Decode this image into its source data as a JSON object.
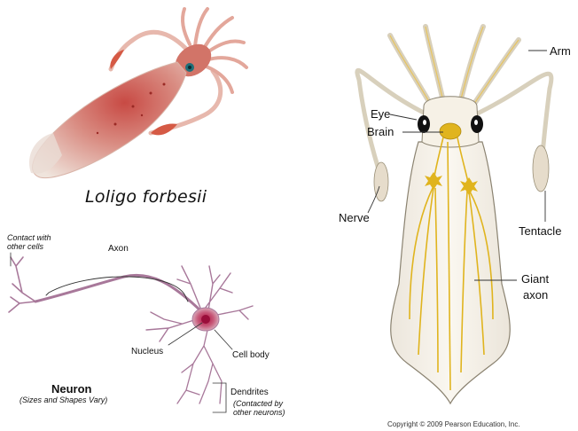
{
  "species_name": "Loligo forbesii",
  "neuron": {
    "title": "Neuron",
    "subtitle": "(Sizes and Shapes Vary)",
    "labels": {
      "contact_line1": "Contact with",
      "contact_line2": "other cells",
      "axon": "Axon",
      "nucleus": "Nucleus",
      "cell_body": "Cell body",
      "dendrites": "Dendrites",
      "dendrites_note_line1": "(Contacted by",
      "dendrites_note_line2": "other neurons)"
    }
  },
  "squid_anatomy": {
    "labels": {
      "arm": "Arm",
      "eye": "Eye",
      "brain": "Brain",
      "nerve": "Nerve",
      "tentacle": "Tentacle",
      "giant_line1": "Giant",
      "giant_line2": "axon"
    }
  },
  "copyright": "Copyright © 2009 Pearson Education, Inc.",
  "colors": {
    "squid_skin": "#e9c2b8",
    "squid_red": "#c2473f",
    "neuron": "#a8789a",
    "neuron_body": "#c0305a",
    "nerve_yellow": "#e0b41e",
    "anatomy_outline": "#8a8270"
  }
}
